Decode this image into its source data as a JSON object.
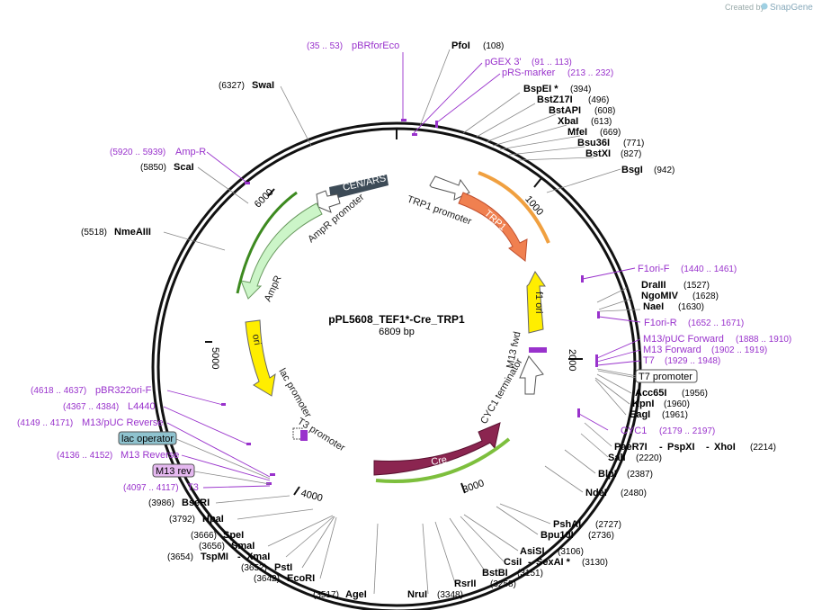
{
  "credit": {
    "prefix": "Created by",
    "brand": "SnapGene"
  },
  "plasmid": {
    "name": "pPL5608_TEF1*-Cre_TRP1",
    "size": "6809 bp"
  },
  "ticks": [
    "1000",
    "2000",
    "3000",
    "4000",
    "5000",
    "6000"
  ],
  "features": {
    "cen_ars": "CEN/ARS",
    "trp1": "TRP1",
    "trp1_promoter": "TRP1 promoter",
    "ampr_promoter": "AmpR promoter",
    "ampr": "AmpR",
    "f1ori": "f1 ori",
    "ori": "ori",
    "lac_promoter": "lac promoter",
    "t3_promoter": "T3 promoter",
    "cre": "Cre",
    "cyc1_terminator": "CYC1 terminator",
    "m13_fwd": "M13 fwd"
  },
  "boxed": {
    "t7_promoter": "T7 promoter",
    "lac_operator": "lac operator",
    "m13_rev": "M13 rev"
  },
  "colors": {
    "cen_ars": "#3d4b57",
    "trp1": "#f08050",
    "ampr": "#ccf5c8",
    "ori": "#ffee00",
    "cre": "#8b2550",
    "primer": "#9932cc",
    "lac_operator": "#8fc3cf",
    "m13_rev": "#e5b8f0"
  },
  "labels": [
    {
      "name": "PfoI",
      "pos": "(108)"
    },
    {
      "name": "BspEI *",
      "pos": "(394)"
    },
    {
      "name": "BstZ17I",
      "pos": "(496)"
    },
    {
      "name": "BstAPI",
      "pos": "(608)"
    },
    {
      "name": "XbaI",
      "pos": "(613)"
    },
    {
      "name": "MfeI",
      "pos": "(669)"
    },
    {
      "name": "Bsu36I",
      "pos": "(771)"
    },
    {
      "name": "BstXI",
      "pos": "(827)"
    },
    {
      "name": "BsgI",
      "pos": "(942)"
    },
    {
      "name": "DraIII",
      "pos": "(1527)"
    },
    {
      "name": "NgoMIV",
      "pos": "(1628)"
    },
    {
      "name": "NaeI",
      "pos": "(1630)"
    },
    {
      "name": "Acc65I",
      "pos": "(1956)"
    },
    {
      "name": "KpnI",
      "pos": "(1960)"
    },
    {
      "name": "EagI",
      "pos": "(1961)"
    },
    {
      "name": "SalI",
      "pos": "(2220)"
    },
    {
      "name": "BlpI",
      "pos": "(2387)"
    },
    {
      "name": "NdeI",
      "pos": "(2480)"
    },
    {
      "name": "PshAI",
      "pos": "(2727)"
    },
    {
      "name": "Bpu10I",
      "pos": "(2736)"
    },
    {
      "name": "AsiSI",
      "pos": "(3106)"
    },
    {
      "name": "BstBI",
      "pos": "(3151)"
    },
    {
      "name": "RsrII",
      "pos": "(3258)"
    },
    {
      "name": "NruI",
      "pos": "(3348)"
    },
    {
      "name": "AgeI",
      "pos": "(3517)"
    },
    {
      "name": "EcoRI",
      "pos": "(3642)"
    },
    {
      "name": "PstI",
      "pos": "(3652)"
    },
    {
      "name": "SmaI",
      "pos": "(3656)"
    },
    {
      "name": "SpeI",
      "pos": "(3666)"
    },
    {
      "name": "HpaI",
      "pos": "(3792)"
    },
    {
      "name": "BseRI",
      "pos": "(3986)"
    },
    {
      "name": "NmeAIII",
      "pos": "(5518)"
    },
    {
      "name": "ScaI",
      "pos": "(5850)"
    },
    {
      "name": "SwaI",
      "pos": "(6327)"
    }
  ],
  "multi": {
    "paer7i": {
      "a": "PaeR7I",
      "sep1": "-",
      "b": "PspXI",
      "sep2": "-",
      "c": "XhoI",
      "pos": "(2214)"
    },
    "csii": {
      "a": "CsiI",
      "sep": "-",
      "b": "SexAI *",
      "pos": "(3130)"
    },
    "tspmi": {
      "pos": "(3654)",
      "a": "TspMI",
      "sep": "-",
      "b": "XmaI"
    }
  },
  "primers": [
    {
      "name": "pBRforEco",
      "pos": "(35 .. 53)"
    },
    {
      "name": "pGEX 3'",
      "pos": "(91 .. 113)"
    },
    {
      "name": "pRS-marker",
      "pos": "(213 .. 232)"
    },
    {
      "name": "F1ori-F",
      "pos": "(1440 .. 1461)"
    },
    {
      "name": "F1ori-R",
      "pos": "(1652 .. 1671)"
    },
    {
      "name": "M13/pUC Forward",
      "pos": "(1888 .. 1910)"
    },
    {
      "name": "M13 Forward",
      "pos": "(1902 .. 1919)"
    },
    {
      "name": "T7",
      "pos": "(1929 .. 1948)"
    },
    {
      "name": "CYC1",
      "pos": "(2179 .. 2197)"
    },
    {
      "name": "Amp-R",
      "pos": "(5920 .. 5939)"
    },
    {
      "name": "pBR322ori-F",
      "pos": "(4618 .. 4637)"
    },
    {
      "name": "L4440",
      "pos": "(4367 .. 4384)"
    },
    {
      "name": "M13/pUC Reverse",
      "pos": "(4149 .. 4171)"
    },
    {
      "name": "M13 Reverse",
      "pos": "(4136 .. 4152)"
    },
    {
      "name": "T3",
      "pos": "(4097 .. 4117)"
    }
  ]
}
